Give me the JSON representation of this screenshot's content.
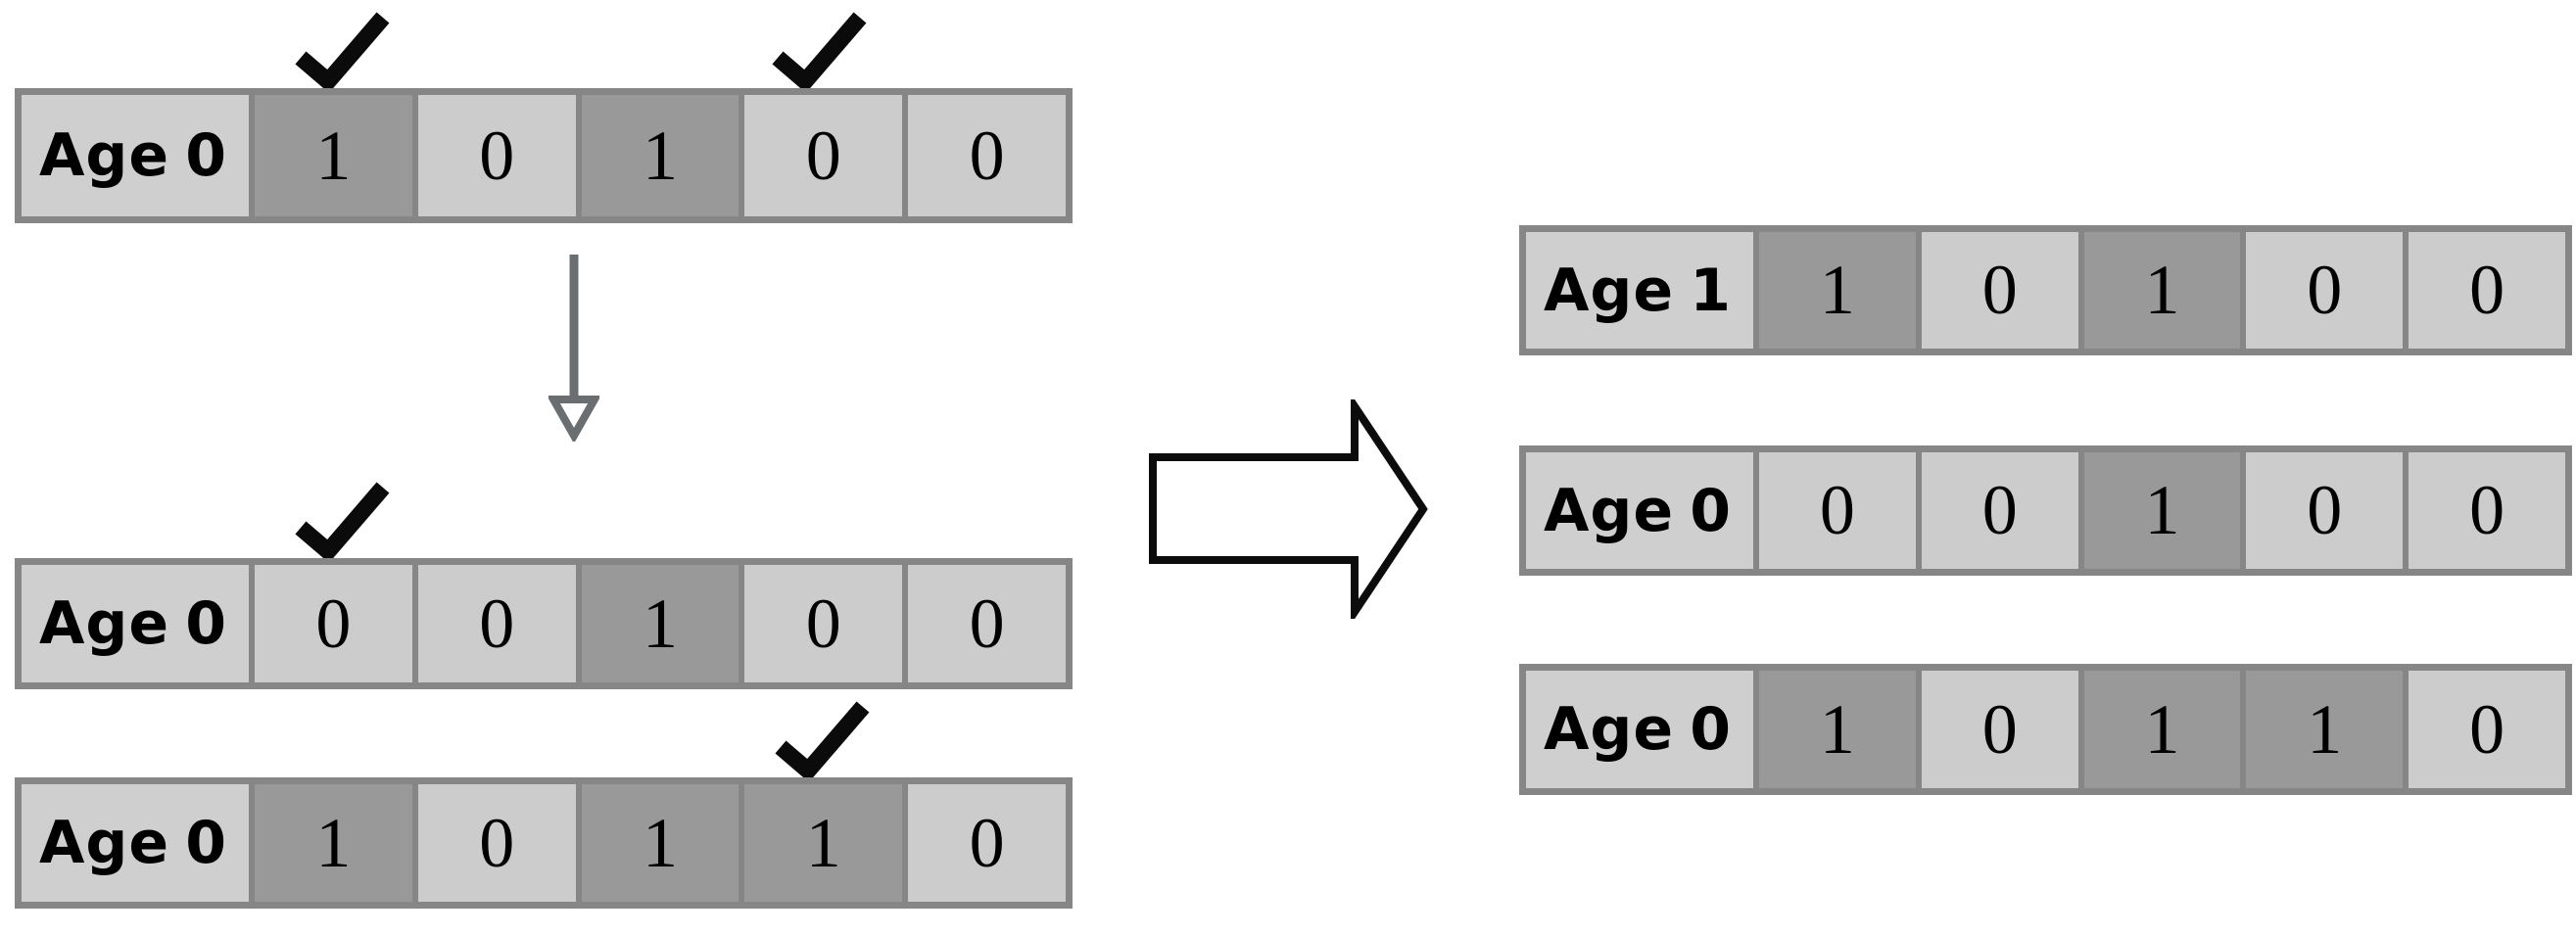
{
  "figure": {
    "description_visible_elements": "six age-labeled binary chromosome rows, four checkmarks, one gray down arrow, one large outlined right arrow",
    "colors": {
      "background": "#ffffff",
      "cell_light": "#cccccc",
      "cell_label": "#cfcfcf",
      "cell_dark": "#999999",
      "grid_border": "#868686",
      "down_arrow_gray": "#6b6e70",
      "ink_black": "#0b0b0b"
    },
    "icons": {
      "checkmark": "✔",
      "down_arrow": "↓",
      "right_arrow": "➡"
    }
  },
  "rows": {
    "left": [
      {
        "label": "Age",
        "age": "0",
        "genes": [
          "1",
          "0",
          "1",
          "0",
          "0"
        ],
        "checked_gene_indices": [
          1,
          4
        ]
      },
      {
        "label": "Age",
        "age": "0",
        "genes": [
          "0",
          "0",
          "1",
          "0",
          "0"
        ],
        "checked_gene_indices": [
          1
        ]
      },
      {
        "label": "Age",
        "age": "0",
        "genes": [
          "1",
          "0",
          "1",
          "1",
          "0"
        ],
        "checked_gene_indices": [
          4
        ]
      }
    ],
    "right": [
      {
        "label": "Age",
        "age": "1",
        "genes": [
          "1",
          "0",
          "1",
          "0",
          "0"
        ],
        "checked_gene_indices": []
      },
      {
        "label": "Age",
        "age": "0",
        "genes": [
          "0",
          "0",
          "1",
          "0",
          "0"
        ],
        "checked_gene_indices": []
      },
      {
        "label": "Age",
        "age": "0",
        "genes": [
          "1",
          "0",
          "1",
          "1",
          "0"
        ],
        "checked_gene_indices": []
      }
    ]
  }
}
